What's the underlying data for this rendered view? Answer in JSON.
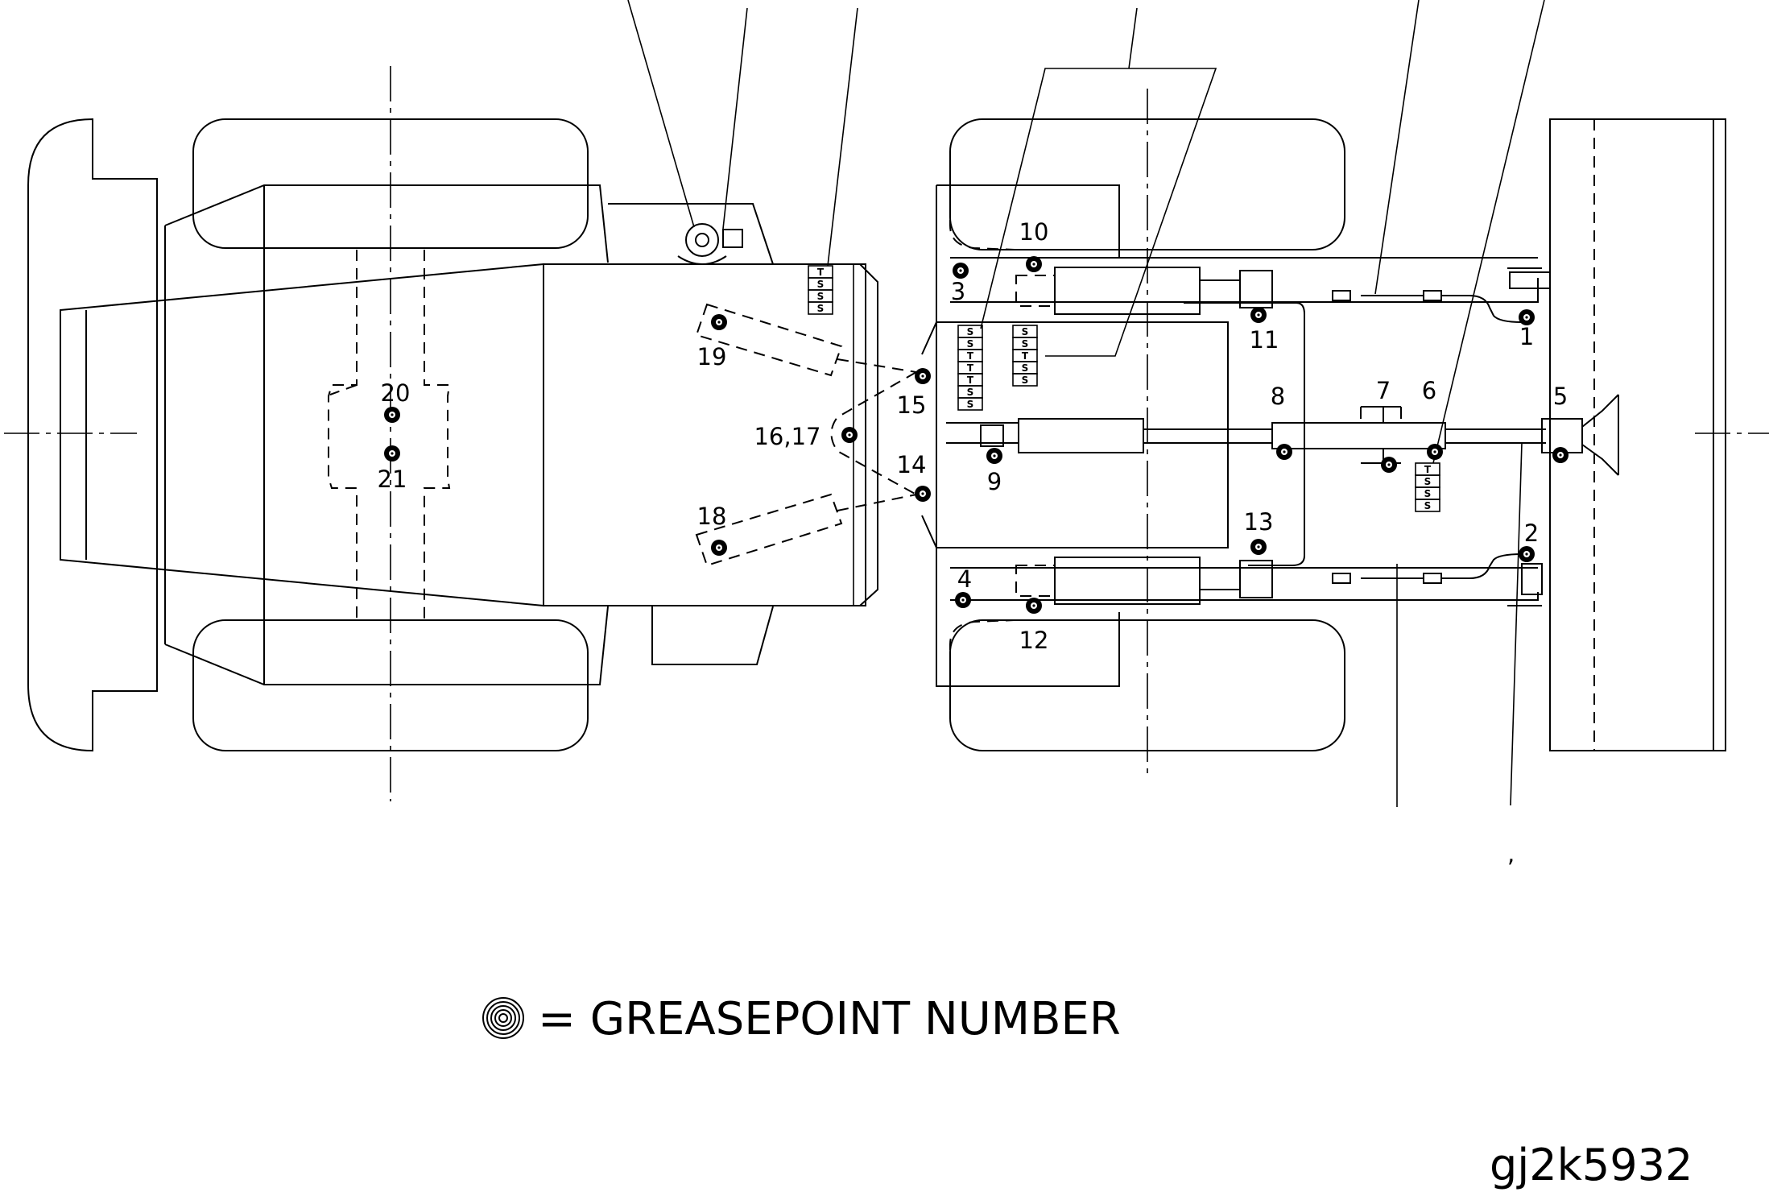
{
  "grease_points": [
    {
      "id": "gp-1",
      "label": "1"
    },
    {
      "id": "gp-2",
      "label": "2"
    },
    {
      "id": "gp-3",
      "label": "3"
    },
    {
      "id": "gp-4",
      "label": "4"
    },
    {
      "id": "gp-5",
      "label": "5"
    },
    {
      "id": "gp-6",
      "label": "6"
    },
    {
      "id": "gp-7",
      "label": "7"
    },
    {
      "id": "gp-8",
      "label": "8"
    },
    {
      "id": "gp-9",
      "label": "9"
    },
    {
      "id": "gp-10",
      "label": "10"
    },
    {
      "id": "gp-11",
      "label": "11"
    },
    {
      "id": "gp-12",
      "label": "12"
    },
    {
      "id": "gp-13",
      "label": "13"
    },
    {
      "id": "gp-14",
      "label": "14"
    },
    {
      "id": "gp-15",
      "label": "15"
    },
    {
      "id": "gp-16-17",
      "label": "16,17"
    },
    {
      "id": "gp-18",
      "label": "18"
    },
    {
      "id": "gp-19",
      "label": "19"
    },
    {
      "id": "gp-20",
      "label": "20"
    },
    {
      "id": "gp-21",
      "label": "21"
    }
  ],
  "lube_tables": {
    "table_a": [
      "T",
      "S",
      "S",
      "S"
    ],
    "table_b": [
      "S",
      "S",
      "T",
      "T",
      "T",
      "S",
      "S"
    ],
    "table_c": [
      "S",
      "S",
      "T",
      "S",
      "S"
    ],
    "table_d": [
      "T",
      "S",
      "S",
      "S"
    ]
  },
  "legend": {
    "text": "= GREASEPOINT NUMBER"
  },
  "figure_id": "gj2k5932",
  "stray_mark": ","
}
